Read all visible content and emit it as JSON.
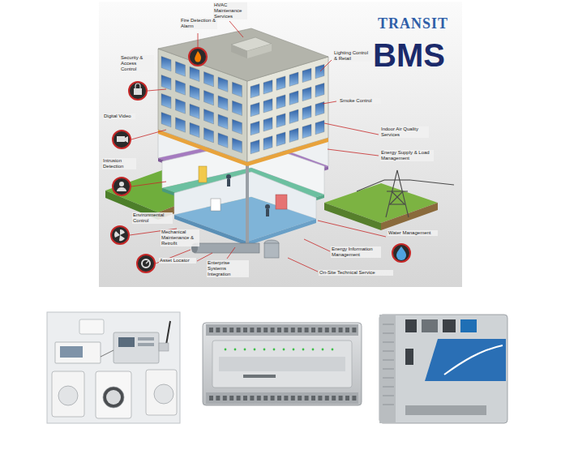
{
  "diagram": {
    "labels": [
      "HVAC Maintenance Services",
      "Fire Detection & Alarm",
      "Security & Access Control",
      "Lighting Control & Retail",
      "Smoke Control",
      "Digital Video",
      "Indoor Air Quality Services",
      "Energy Supply & Load Management",
      "Intrusion Detection",
      "Environmental Control",
      "Mechanical Maintenance & Retrofit",
      "Water Management",
      "Energy Information Management",
      "Asset Locator",
      "Enterprise Systems Integration",
      "On-Site Technical Service",
      "TRANSIT",
      "BMS"
    ]
  }
}
